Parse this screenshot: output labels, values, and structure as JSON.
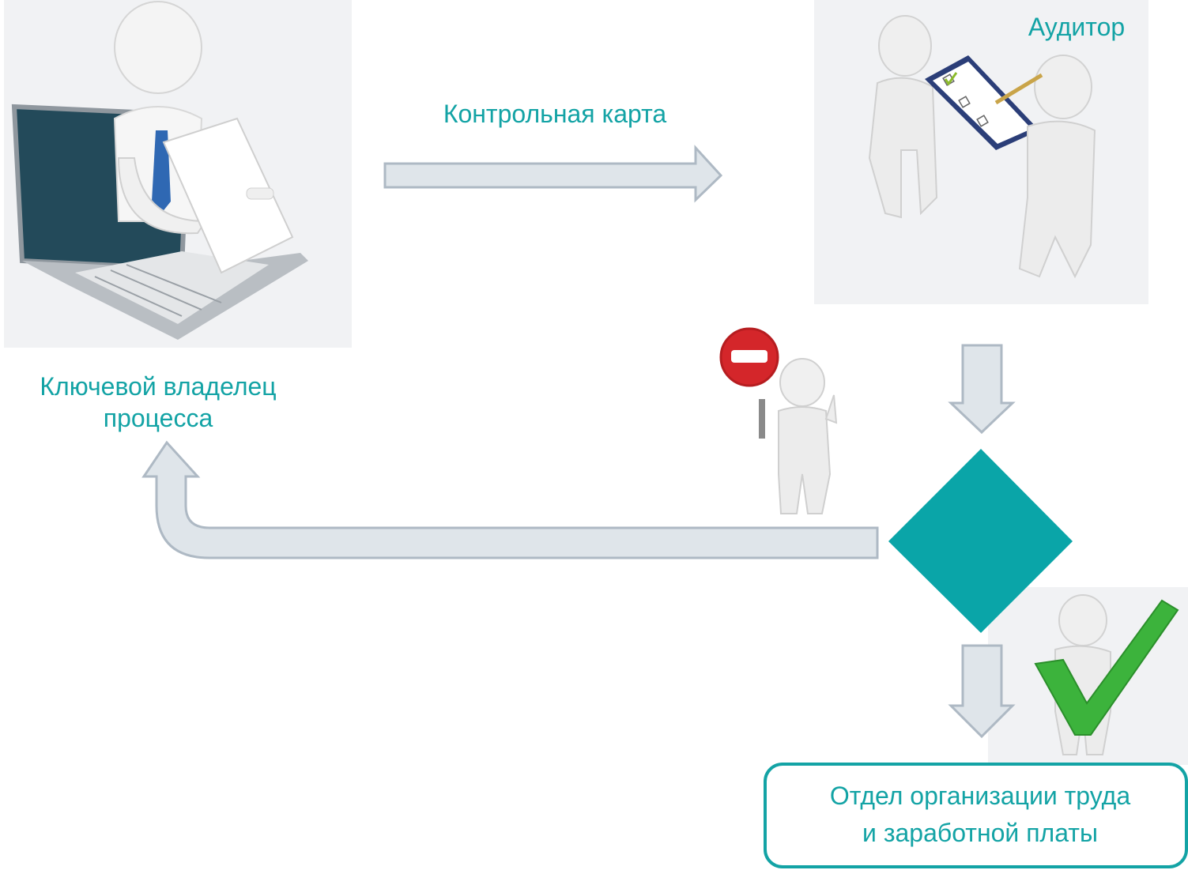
{
  "labels": {
    "checklist": "Контрольная карта",
    "auditor": "Аудитор",
    "owner_line1": "Ключевой владелец",
    "owner_line2": "процесса",
    "department_line1": "Отдел организации труда",
    "department_line2": "и заработной платы"
  },
  "colors": {
    "accent_teal": "#13a3a5",
    "arrow_fill": "#dfe5ea",
    "arrow_stroke": "#aeb9c4",
    "check_green": "#3cb33c",
    "stop_red": "#d4262a"
  },
  "illustrations": {
    "owner": "person-with-laptop-and-document",
    "auditor": "two-people-with-checklist",
    "stop": "person-with-stop-sign",
    "approve": "person-with-green-checkmark",
    "decision": "teal-diamond-decision"
  }
}
